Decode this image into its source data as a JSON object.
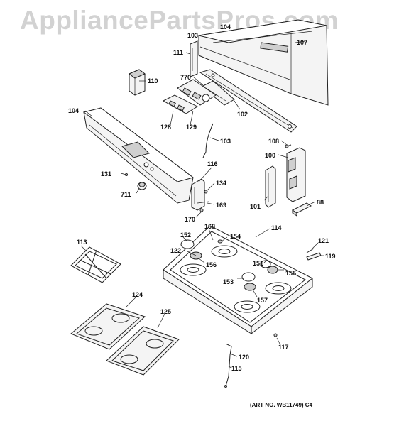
{
  "watermark": "AppliancePartsPros.com",
  "art_number": "(ART NO. WB11749) C4",
  "labels": {
    "l103a": "103",
    "l104a": "104",
    "l107": "107",
    "l111": "111",
    "l110": "110",
    "l770": "770",
    "l102": "102",
    "l104": "104",
    "l128": "128",
    "l129": "129",
    "l103": "103",
    "l108": "108",
    "l100": "100",
    "l131": "131",
    "l116": "116",
    "l134": "134",
    "l711": "711",
    "l101": "101",
    "l88": "88",
    "l169": "169",
    "l170": "170",
    "l114": "114",
    "l168": "168",
    "l152": "152",
    "l154": "154",
    "l121": "121",
    "l119": "119",
    "l113": "113",
    "l122": "122",
    "l156": "156",
    "l151": "151",
    "l155": "155",
    "l153": "153",
    "l157": "157",
    "l124": "124",
    "l125": "125",
    "l117": "117",
    "l120": "120",
    "l115": "115"
  }
}
